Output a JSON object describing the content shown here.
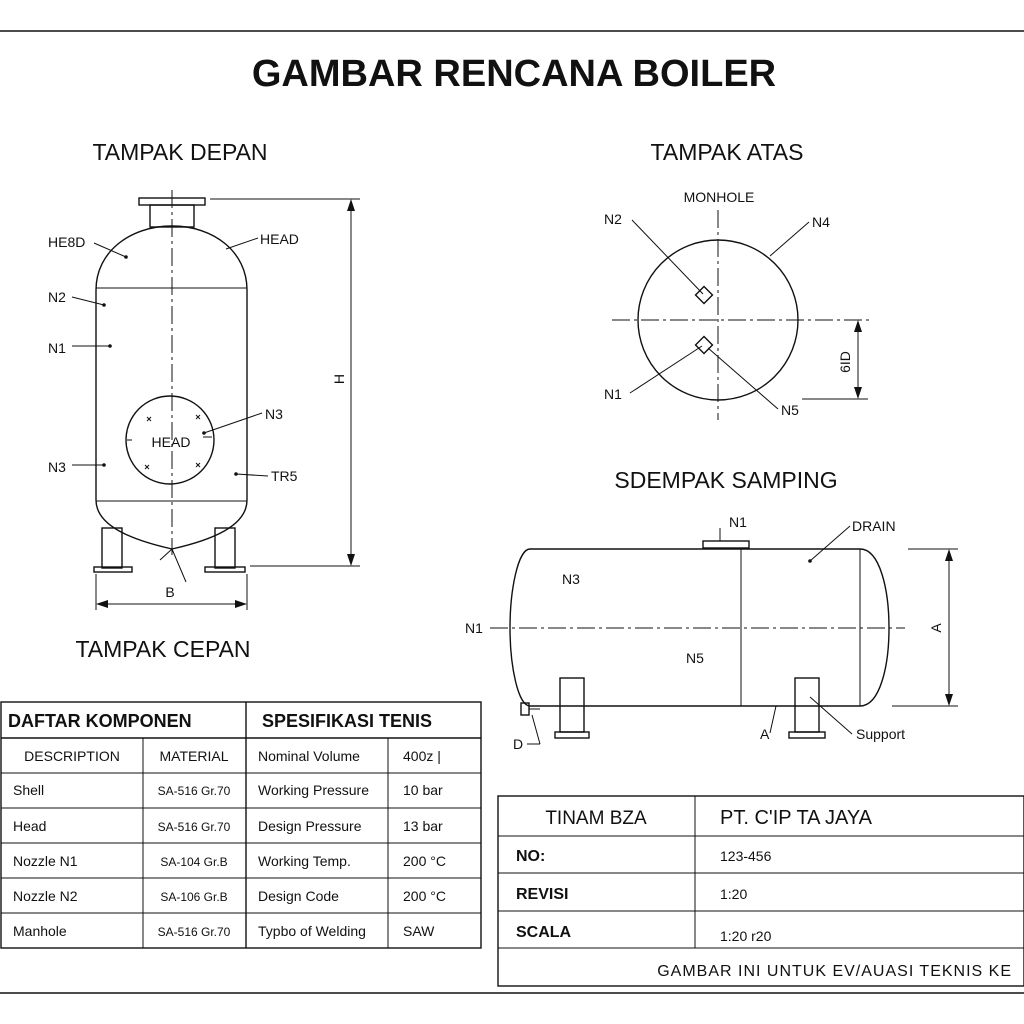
{
  "title": "GAMBAR RENCANA BOILER",
  "views": {
    "front_top": "TAMPAK DEPAN",
    "front_bottom": "TAMPAK CEPAN",
    "top": "TAMPAK ATAS",
    "side": "SDEMPAK SAMPING"
  },
  "front": {
    "he8d": "HE8D",
    "head": "HEAD",
    "n2": "N2",
    "n1": "N1",
    "n3_left": "N3",
    "n3_right": "N3",
    "manhole_head": "HEAD",
    "tr5": "TR5",
    "dim_h": "H",
    "dim_b": "B"
  },
  "top": {
    "monhole": "MONHOLE",
    "n2": "N2",
    "n4": "N4",
    "n1": "N1",
    "n5": "N5",
    "dim": "6ID"
  },
  "side": {
    "n1_top": "N1",
    "drain": "DRAIN",
    "n3": "N3",
    "n1_left": "N1",
    "n5": "N5",
    "dim_a": "A",
    "a_small": "A",
    "support": "Support",
    "d": "D"
  },
  "components": {
    "header": "DAFTAR KOMPONEN",
    "col_desc": "DESCRIPTION",
    "col_mat": "MATERIAL",
    "rows": [
      {
        "desc": "Shell",
        "mat": "SA-516 Gr.70"
      },
      {
        "desc": "Head",
        "mat": "SA-516 Gr.70"
      },
      {
        "desc": "Nozzle N1",
        "mat": "SA-104 Gr.B"
      },
      {
        "desc": "Nozzle N2",
        "mat": "SA-106 Gr.B"
      },
      {
        "desc": "Manhole",
        "mat": "SA-516 Gr.70"
      }
    ]
  },
  "specs": {
    "header": "SPESIFIKASI TENIS",
    "rows": [
      {
        "name": "Nominal Volume",
        "value": "400z |"
      },
      {
        "name": "Working Pressure",
        "value": "10 bar"
      },
      {
        "name": "Design Pressure",
        "value": "13 bar"
      },
      {
        "name": "Working Temp.",
        "value": "200 °C"
      },
      {
        "name": "Design Code",
        "value": "200 °C"
      },
      {
        "name": "Typbo of Welding",
        "value": "SAW"
      }
    ]
  },
  "titleblock": {
    "left_header": "TINAM BZA",
    "company": "PT. C'IP TA JAYA",
    "rows": [
      {
        "label": "NO:",
        "value": "123-456"
      },
      {
        "label": "REVISI",
        "value": "1:20"
      },
      {
        "label": "SCALA",
        "value": "1:20 r20"
      }
    ],
    "footer": "GAMBAR INI UNTUK EV/AUASI TEKNIS KE"
  }
}
